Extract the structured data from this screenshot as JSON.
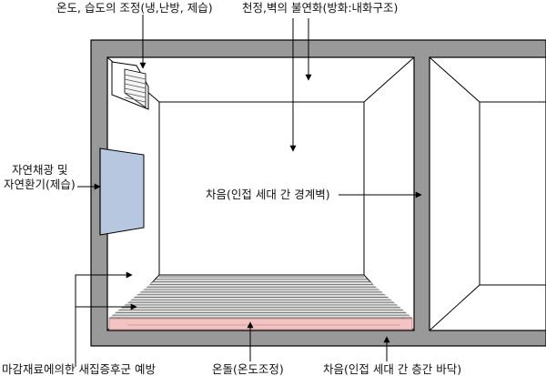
{
  "labels": {
    "temp_humidity": "온도, 습도의 조정(냉,난방, 제습)",
    "fireproof": "천정,벽의 불연화(방화:내화구조)",
    "daylight_line1": "자연채광 및",
    "daylight_line2": "자연환기(제습)",
    "sound_wall": "차음(인접 세대 간 경계벽)",
    "finish_material": "마감재료에의한 새집증후군 예방",
    "ondol": "온돌(온도조정)",
    "sound_floor": "차음(인접 세대 간 층간 바닥)"
  },
  "colors": {
    "wall": "#999999",
    "window": "#b7c7e0",
    "floor_heating": "#f2c4c4",
    "floor_slats": "#cfcfcf",
    "line": "#000000"
  },
  "icons": {
    "air_conditioner": "air-conditioner-unit"
  }
}
